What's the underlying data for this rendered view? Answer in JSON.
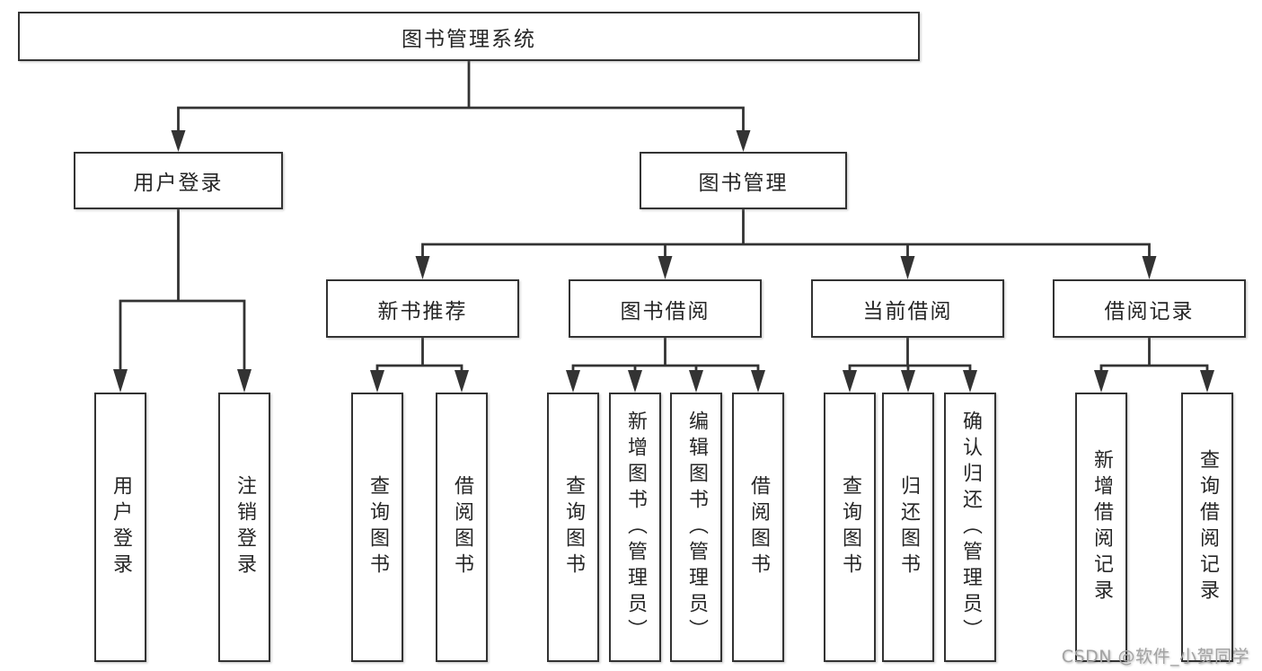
{
  "tree": {
    "root": "图书管理系统",
    "level2": [
      {
        "label": "用户登录",
        "children": [
          "用户登录",
          "注销登录"
        ]
      },
      {
        "label": "图书管理",
        "children": [
          {
            "label": "新书推荐",
            "children": [
              "查询图书",
              "借阅图书"
            ]
          },
          {
            "label": "图书借阅",
            "children": [
              "查询图书",
              "新增图书（管理员）",
              "编辑图书（管理员）",
              "借阅图书"
            ]
          },
          {
            "label": "当前借阅",
            "children": [
              "查询图书",
              "归还图书",
              "确认归还（管理员）"
            ]
          },
          {
            "label": "借阅记录",
            "children": [
              "新增借阅记录",
              "查询借阅记录"
            ]
          }
        ]
      }
    ]
  },
  "watermark": {
    "text": "CSDN @软件_小贺同学"
  },
  "colors": {
    "line": "#333333",
    "text": "#262626",
    "background": "#ffffff",
    "watermark": "#a3a3a3"
  }
}
